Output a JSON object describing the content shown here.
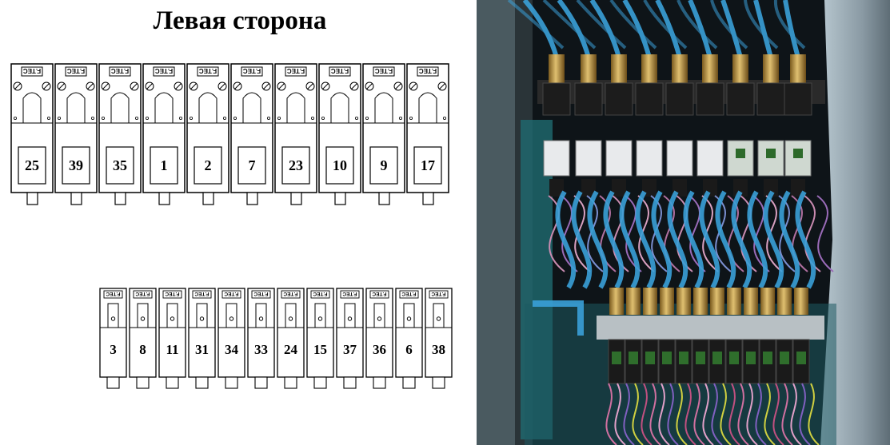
{
  "title": "Левая сторона",
  "brand": "F.TEC",
  "top_row": [
    "25",
    "39",
    "35",
    "1",
    "2",
    "7",
    "23",
    "10",
    "9",
    "17"
  ],
  "bottom_row": [
    "3",
    "8",
    "11",
    "31",
    "34",
    "33",
    "24",
    "15",
    "37",
    "36",
    "6",
    "38"
  ]
}
